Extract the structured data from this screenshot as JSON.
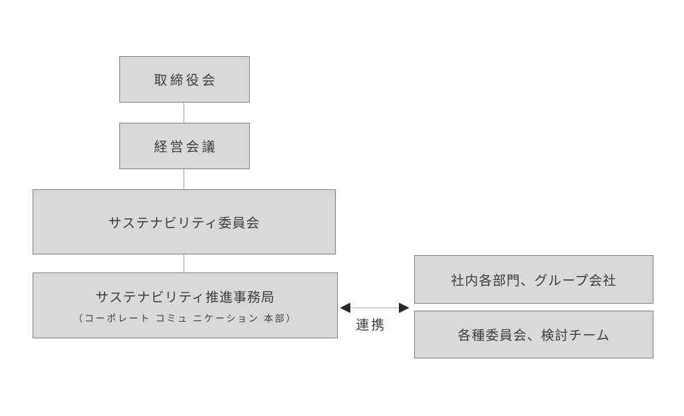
{
  "diagram": {
    "title_hidden": "",
    "nodes": {
      "board": {
        "label": "取締役会"
      },
      "management": {
        "label": "経営会議"
      },
      "sustainability_committee": {
        "label": "サステナビリティ委員会"
      },
      "secretariat": {
        "title": "サステナビリティ推進事務局",
        "subtitle": "（コーポレート コミュ ニケーション 本部）"
      },
      "internal_departments": {
        "label": "社内各部門、グループ会社"
      },
      "committees_teams": {
        "label": "各種委員会、検討チーム"
      }
    },
    "edges": {
      "collaboration_label": "連携"
    },
    "colors": {
      "background": "#ffffff",
      "box_fill": "#d9d9d9",
      "box_border": "#7f7f84",
      "text": "#3c3c43",
      "connector": "#c9c9cc",
      "arrow_line": "#d2d2d6",
      "arrow_head": "#26262c"
    }
  }
}
